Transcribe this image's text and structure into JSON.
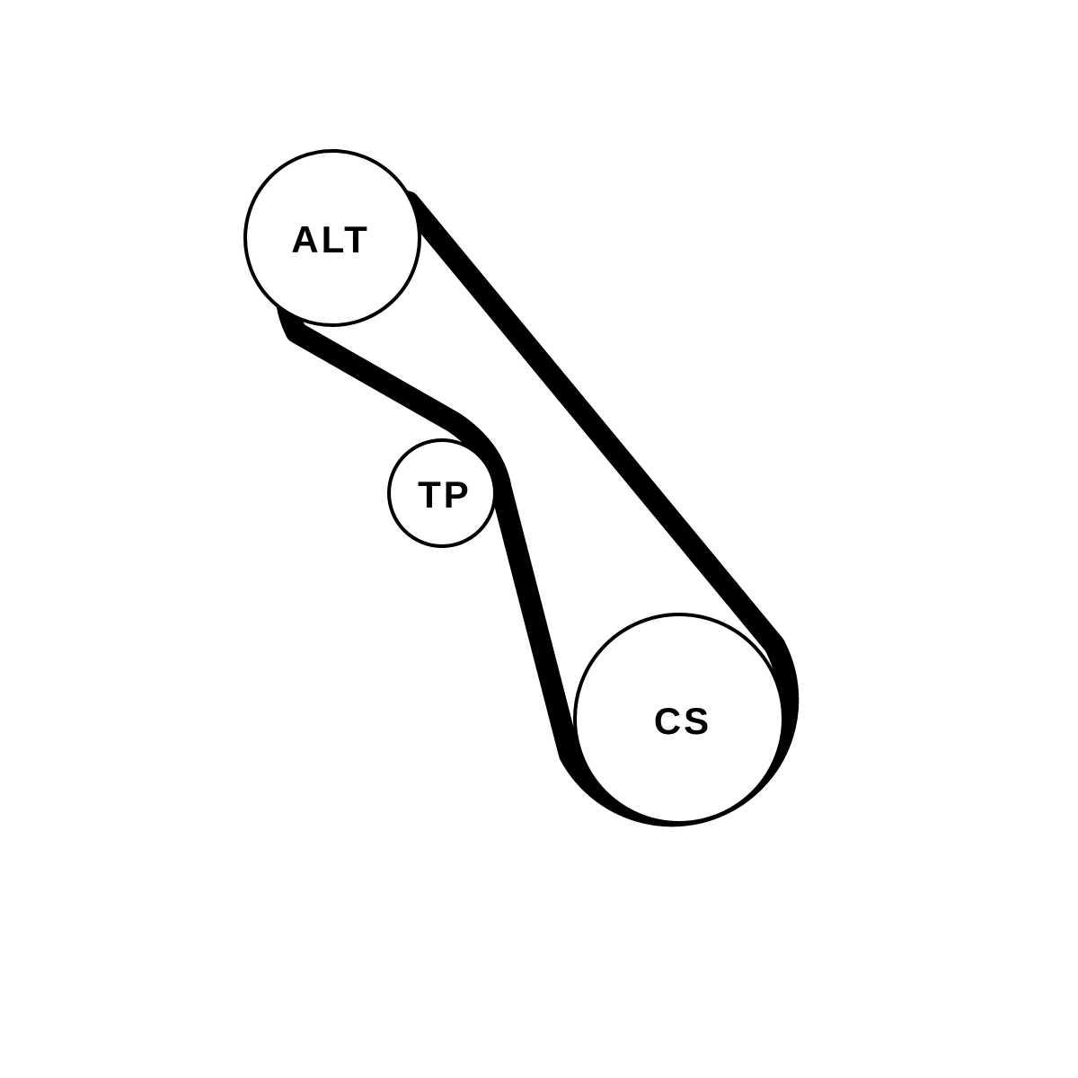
{
  "diagram": {
    "type": "belt-routing",
    "pulleys": [
      {
        "id": "alt",
        "label": "ALT"
      },
      {
        "id": "tp",
        "label": "TP"
      },
      {
        "id": "cs",
        "label": "CS"
      }
    ],
    "colors": {
      "background": "#ffffff",
      "belt": "#000000",
      "pulley_outline": "#000000",
      "label": "#000000"
    }
  }
}
